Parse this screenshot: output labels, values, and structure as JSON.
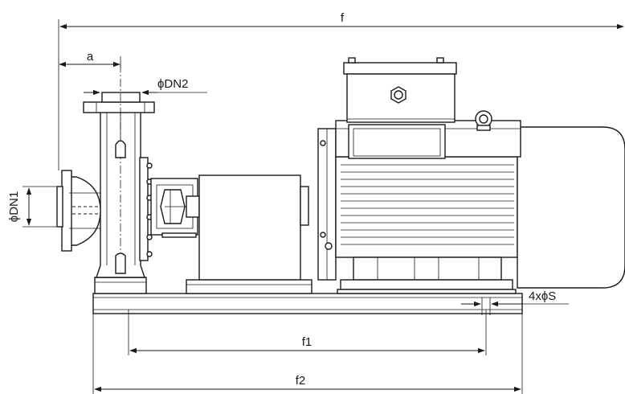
{
  "labels": {
    "f": "f",
    "a": "a",
    "dn2": "ϕDN2",
    "dn1": "ϕDN1",
    "s": "4xϕS",
    "f1": "f1",
    "f2": "f2"
  }
}
